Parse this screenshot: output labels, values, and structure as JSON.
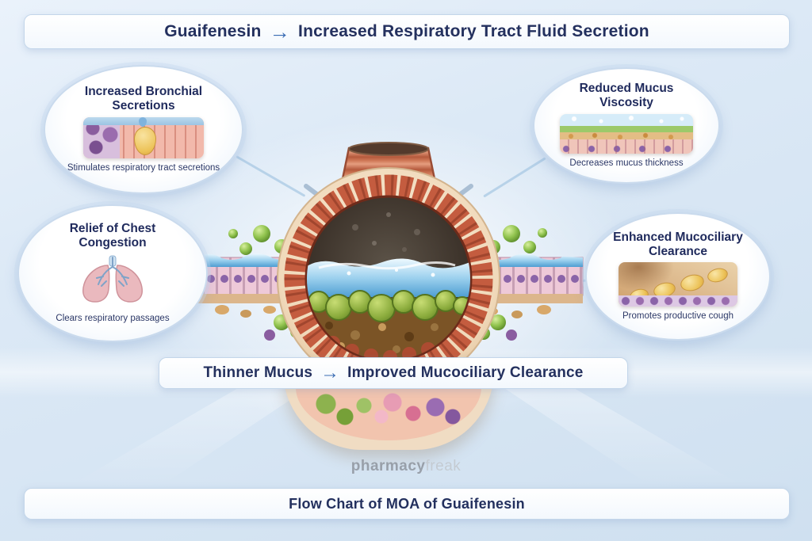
{
  "top_banner": {
    "drug": "Guaifenesin",
    "arrow": "→",
    "result": "Increased Respiratory Tract Fluid Secretion"
  },
  "callouts": {
    "top_left": {
      "title": "Increased Bronchial Secretions",
      "caption": "Stimulates respiratory tract secretions"
    },
    "top_right": {
      "title": "Reduced Mucus Viscosity",
      "caption": "Decreases mucus thickness"
    },
    "bottom_left": {
      "title": "Relief of Chest Congestion",
      "caption": "Clears respiratory passages"
    },
    "bottom_right": {
      "title": "Enhanced Mucociliary Clearance",
      "caption": "Promotes productive cough"
    }
  },
  "middle_banner": {
    "left": "Thinner Mucus",
    "arrow": "→",
    "right": "Improved Mucociliary Clearance"
  },
  "watermark": {
    "primary": "pharmacy",
    "secondary": "freak"
  },
  "bottom_banner": {
    "label": "Flow Chart of MOA of Guaifenesin"
  },
  "colors": {
    "background_top": "#eaf2fb",
    "background_bottom": "#cfe0f0",
    "banner_background": "#ffffff",
    "banner_border": "#c3d6ea",
    "heading_text": "#23305e",
    "arrow_accent": "#3a6cb4",
    "callout_border": "#c9daed",
    "watermark_bold": "#8f959e",
    "watermark_light": "#c2c7cd"
  }
}
